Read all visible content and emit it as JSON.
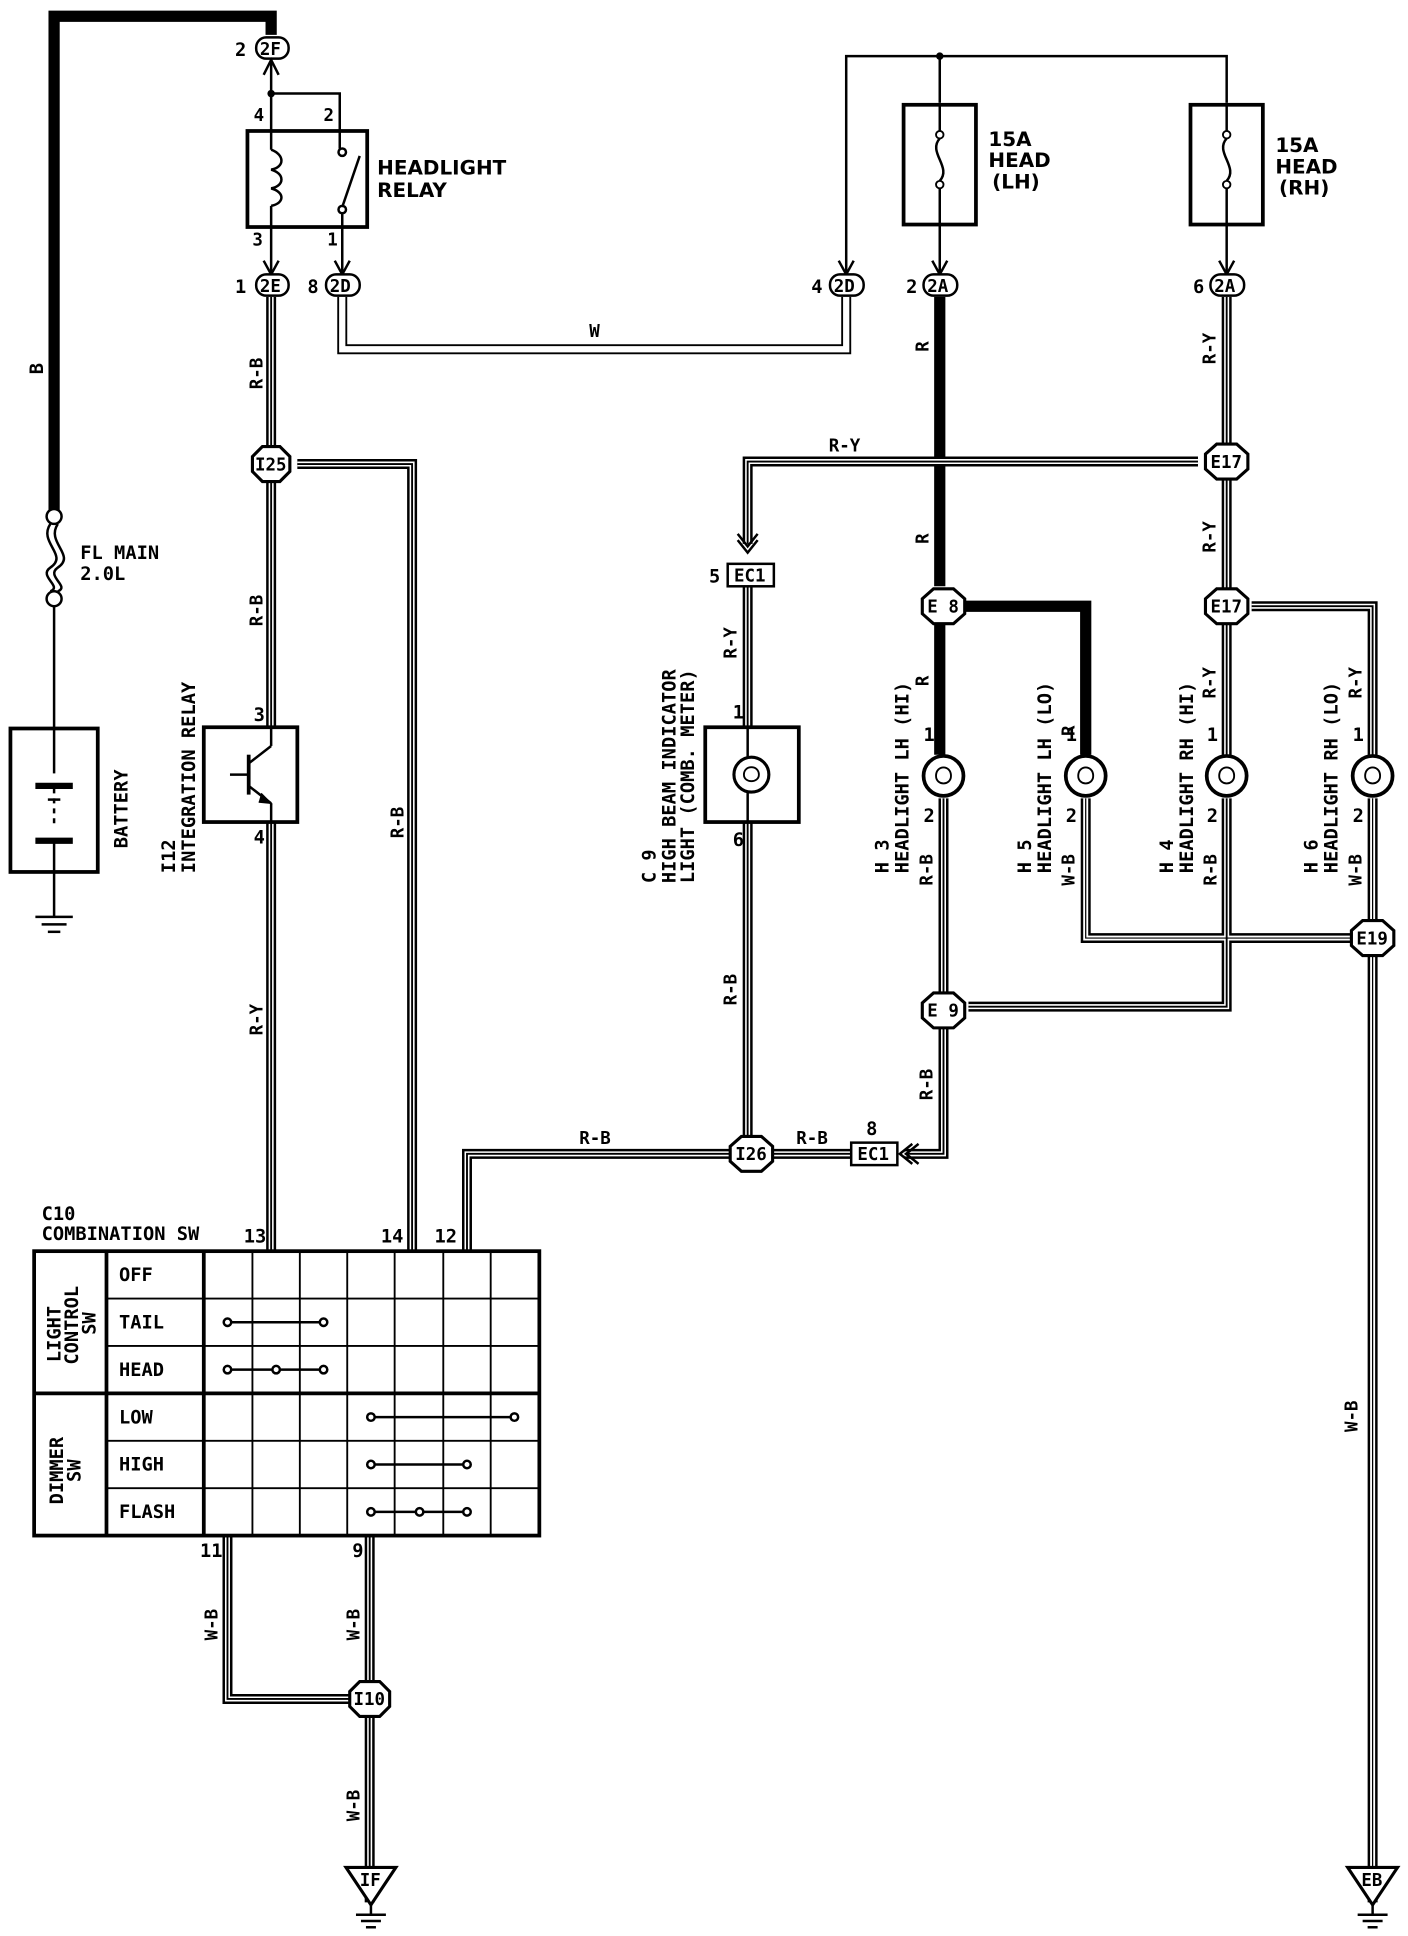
{
  "headlight_relay": {
    "name_line1": "HEADLIGHT",
    "name_line2": "RELAY",
    "pins": [
      "4",
      "2",
      "3",
      "1"
    ]
  },
  "fuses": {
    "lh": {
      "rating": "15A",
      "name": "HEAD",
      "side": "(LH)"
    },
    "rh": {
      "rating": "15A",
      "name": "HEAD",
      "side": "(RH)"
    }
  },
  "fl_main": {
    "name": "FL MAIN",
    "rating": "2.0L"
  },
  "battery": {
    "name": "BATTERY"
  },
  "integration_relay": {
    "code": "I12",
    "name": "INTEGRATION RELAY",
    "pins": [
      "3",
      "4"
    ]
  },
  "indicator": {
    "code": "C 9",
    "line1": "HIGH BEAM INDICATOR",
    "line2": "LIGHT (COMB. METER)",
    "pins": [
      "1",
      "6"
    ]
  },
  "headlights": [
    {
      "code": "H 3",
      "name": "HEADLIGHT LH (HI)",
      "pin_top": "1",
      "pin_bottom": "2"
    },
    {
      "code": "H 5",
      "name": "HEADLIGHT LH (LO)",
      "pin_top": "1",
      "pin_bottom": "2"
    },
    {
      "code": "H 4",
      "name": "HEADLIGHT RH (HI)",
      "pin_top": "1",
      "pin_bottom": "2"
    },
    {
      "code": "H 6",
      "name": "HEADLIGHT RH (LO)",
      "pin_top": "1",
      "pin_bottom": "2"
    }
  ],
  "connectors": {
    "c2F": {
      "label": "2F",
      "pin": "2"
    },
    "c2E": {
      "label": "2E",
      "pin": "1"
    },
    "c2D_left": {
      "label": "2D",
      "pin": "8"
    },
    "c2D_right": {
      "label": "2D",
      "pin": "4"
    },
    "c2A_left": {
      "label": "2A",
      "pin": "2"
    },
    "c2A_right": {
      "label": "2A",
      "pin": "6"
    },
    "ec1_top": {
      "label": "EC1",
      "pin": "5"
    },
    "ec1_bottom": {
      "label": "EC1",
      "pin": "8"
    }
  },
  "junctions": [
    "I25",
    "E17",
    "E17",
    "E 8",
    "E 9",
    "E19",
    "I26",
    "I10"
  ],
  "wire_colors": {
    "b": "B",
    "w": "W",
    "r": "R",
    "rb": "R-B",
    "ry": "R-Y",
    "wb": "W-B"
  },
  "combination_switch": {
    "code": "C10",
    "name": "COMBINATION SW",
    "top_pins": [
      "13",
      "14",
      "12"
    ],
    "bottom_pins": [
      "11",
      "9"
    ],
    "group1": {
      "line1": "LIGHT",
      "line2": "CONTROL",
      "line3": "SW"
    },
    "group2": {
      "line1": "DIMMER",
      "line2": "SW"
    },
    "rows": [
      "OFF",
      "TAIL",
      "HEAD",
      "LOW",
      "HIGH",
      "FLASH"
    ]
  },
  "grounds": [
    "IF",
    "EB"
  ]
}
